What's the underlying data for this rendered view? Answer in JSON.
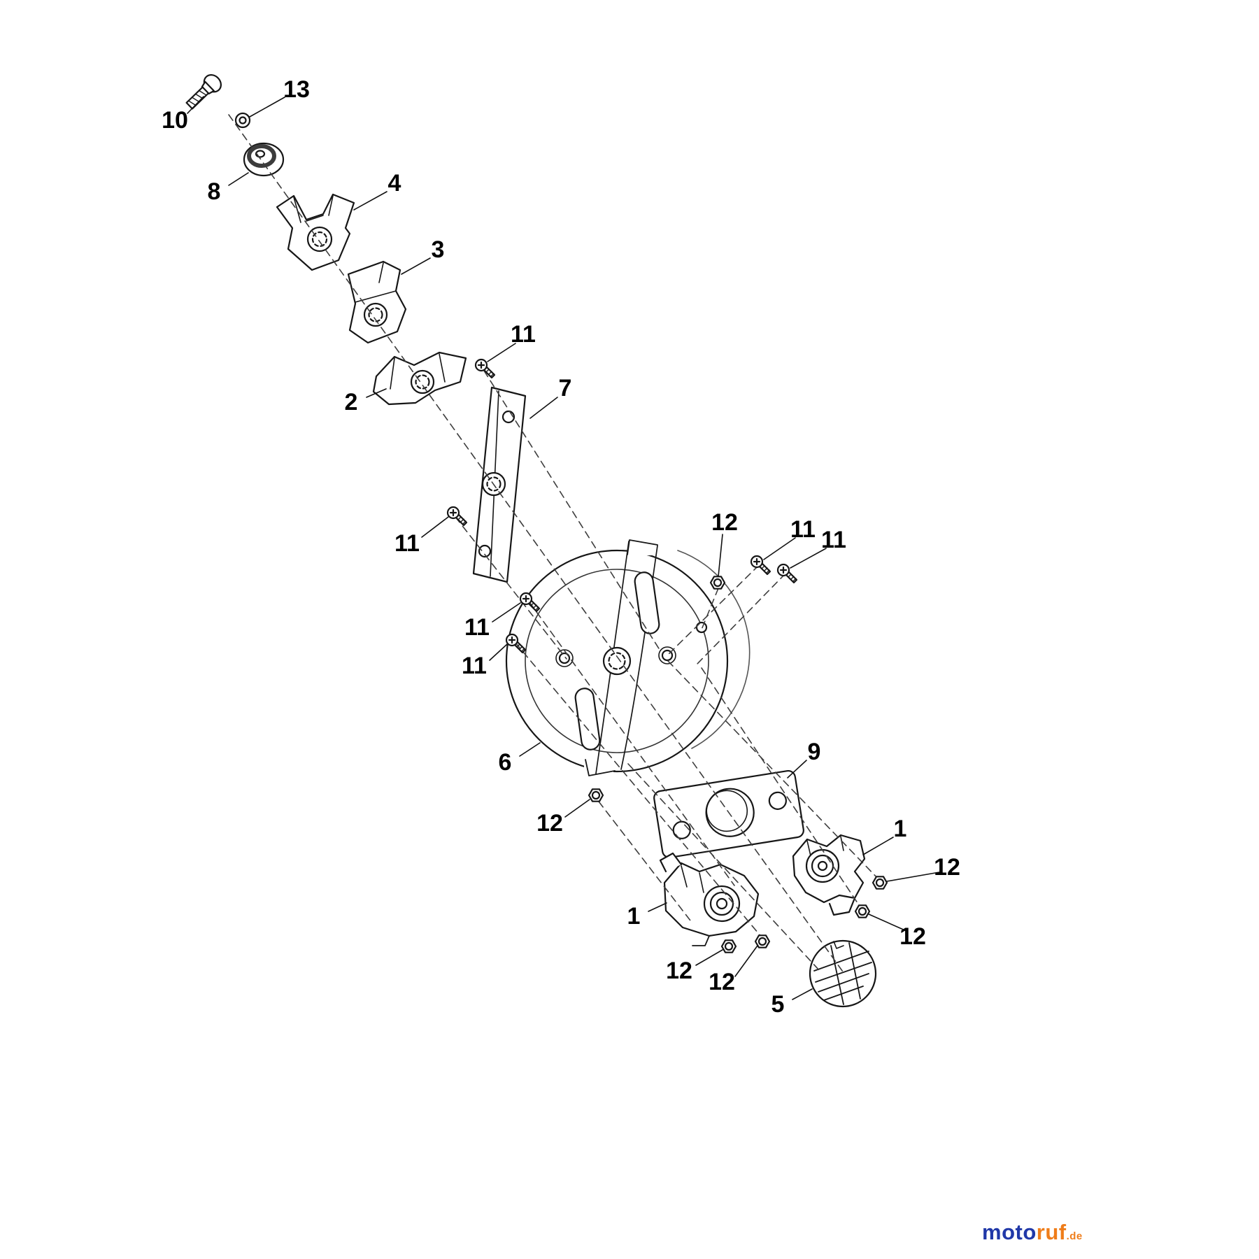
{
  "diagram": {
    "description": "Exploded parts diagram of a mower blade / cutter assembly",
    "labels": [
      {
        "text": "10"
      },
      {
        "text": "13"
      },
      {
        "text": "8"
      },
      {
        "text": "4"
      },
      {
        "text": "3"
      },
      {
        "text": "2"
      },
      {
        "text": "11"
      },
      {
        "text": "7"
      },
      {
        "text": "11"
      },
      {
        "text": "12"
      },
      {
        "text": "11"
      },
      {
        "text": "11"
      },
      {
        "text": "11"
      },
      {
        "text": "11"
      },
      {
        "text": "6"
      },
      {
        "text": "9"
      },
      {
        "text": "12"
      },
      {
        "text": "1"
      },
      {
        "text": "12"
      },
      {
        "text": "1"
      },
      {
        "text": "12"
      },
      {
        "text": "12"
      },
      {
        "text": "12"
      },
      {
        "text": "5"
      }
    ]
  },
  "watermark": {
    "part_blue": "moto",
    "part_orange": "ruf",
    "suffix": ".de",
    "color_blue": "#2038a8",
    "color_orange": "#ef7d1a"
  }
}
